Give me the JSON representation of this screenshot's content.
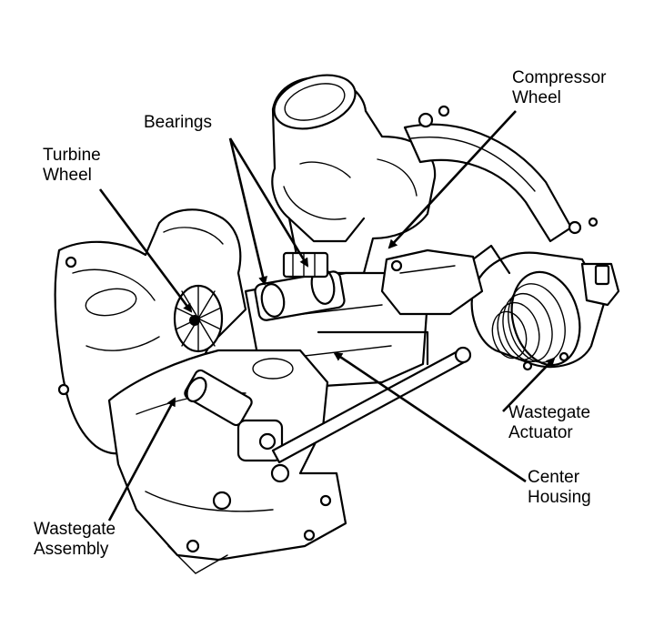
{
  "labels": {
    "compressor_wheel": [
      "Compressor",
      "Wheel"
    ],
    "bearings": "Bearings",
    "turbine_wheel": [
      "Turbine",
      "Wheel"
    ],
    "wastegate_actuator": [
      "Wastegate",
      "Actuator"
    ],
    "center_housing": [
      "Center",
      "Housing"
    ],
    "wastegate_assembly": [
      "Wastegate",
      "Assembly"
    ]
  }
}
